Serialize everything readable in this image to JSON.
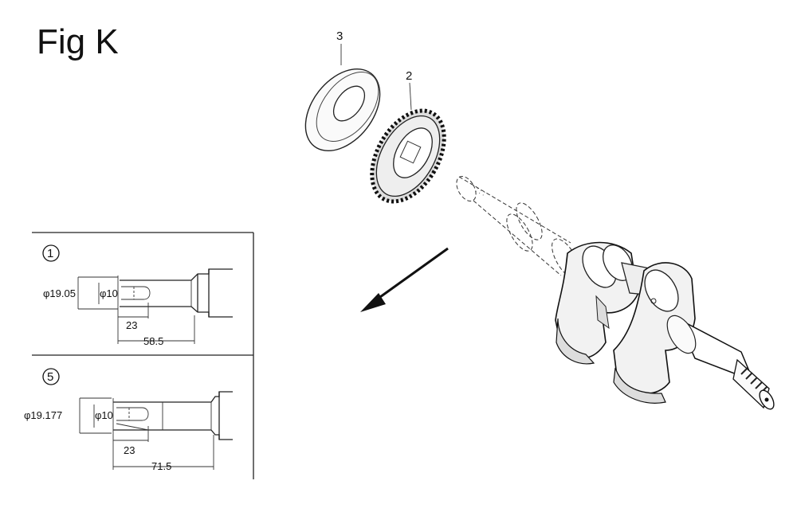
{
  "figure": {
    "title": "Fig K"
  },
  "callouts": {
    "washer": "3",
    "gear": "2"
  },
  "detail_1": {
    "number": "1",
    "outer_diameter": "φ19.05",
    "inner_diameter": "φ10",
    "dim_short": "23",
    "dim_long": "58.5"
  },
  "detail_5": {
    "number": "5",
    "outer_diameter": "φ19.177",
    "inner_diameter": "φ10",
    "dim_short": "23",
    "dim_long": "71.5"
  }
}
